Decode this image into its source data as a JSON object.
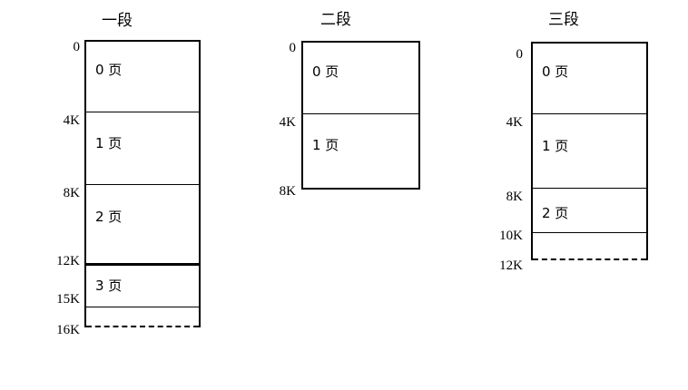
{
  "figure": {
    "kind": "memory-segmentation-paging-diagram",
    "background_color": "#ffffff",
    "line_color": "#000000"
  },
  "segments": [
    {
      "id": "segment-1",
      "title": "一段",
      "ticks": [
        "0",
        "4K",
        "8K",
        "12K",
        "15K",
        "16K"
      ],
      "pages": [
        "0 页",
        "1 页",
        "2 页",
        "3 页"
      ]
    },
    {
      "id": "segment-2",
      "title": "二段",
      "ticks": [
        "0",
        "4K",
        "8K"
      ],
      "pages": [
        "0 页",
        "1 页"
      ]
    },
    {
      "id": "segment-3",
      "title": "三段",
      "ticks": [
        "0",
        "4K",
        "8K",
        "10K",
        "12K"
      ],
      "pages": [
        "0 页",
        "1 页",
        "2 页"
      ]
    }
  ],
  "chart_data": {
    "type": "bar",
    "title": "",
    "xlabel": "",
    "ylabel": "",
    "categories": [
      "一段",
      "二段",
      "三段"
    ],
    "series": [
      {
        "name": "一段",
        "axis_ticks_k": [
          0,
          4,
          8,
          12,
          15,
          16
        ],
        "blocks": [
          {
            "label": "0 页",
            "start_k": 0,
            "end_k": 4
          },
          {
            "label": "1 页",
            "start_k": 4,
            "end_k": 8
          },
          {
            "label": "2 页",
            "start_k": 8,
            "end_k": 12
          },
          {
            "label": "3 页",
            "start_k": 12,
            "end_k": 15
          },
          {
            "label": "",
            "start_k": 15,
            "end_k": 16
          }
        ],
        "segment_length_k": 15,
        "allocated_length_k": 16
      },
      {
        "name": "二段",
        "axis_ticks_k": [
          0,
          4,
          8
        ],
        "blocks": [
          {
            "label": "0 页",
            "start_k": 0,
            "end_k": 4
          },
          {
            "label": "1 页",
            "start_k": 4,
            "end_k": 8
          }
        ],
        "segment_length_k": 8,
        "allocated_length_k": 8
      },
      {
        "name": "三段",
        "axis_ticks_k": [
          0,
          4,
          8,
          10,
          12
        ],
        "blocks": [
          {
            "label": "0 页",
            "start_k": 0,
            "end_k": 4
          },
          {
            "label": "1 页",
            "start_k": 4,
            "end_k": 8
          },
          {
            "label": "2 页",
            "start_k": 8,
            "end_k": 10
          },
          {
            "label": "",
            "start_k": 10,
            "end_k": 12
          }
        ],
        "segment_length_k": 10,
        "allocated_length_k": 12
      }
    ]
  }
}
